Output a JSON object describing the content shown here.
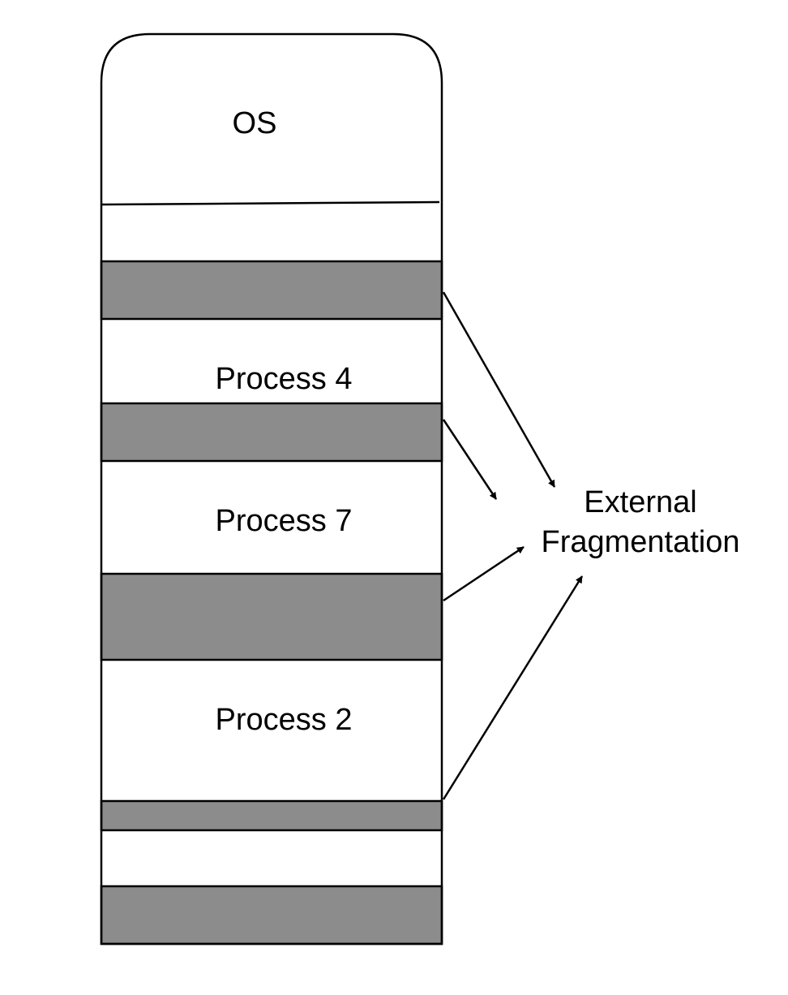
{
  "memory": {
    "os_label": "OS",
    "process_4_label": "Process 4",
    "process_7_label": "Process 7",
    "process_2_label": "Process 2"
  },
  "annotation": {
    "line_1": "External",
    "line_2": "Fragmentation"
  },
  "colors": {
    "free_block": "#8c8c8c",
    "outline": "#000000",
    "background": "#ffffff"
  }
}
